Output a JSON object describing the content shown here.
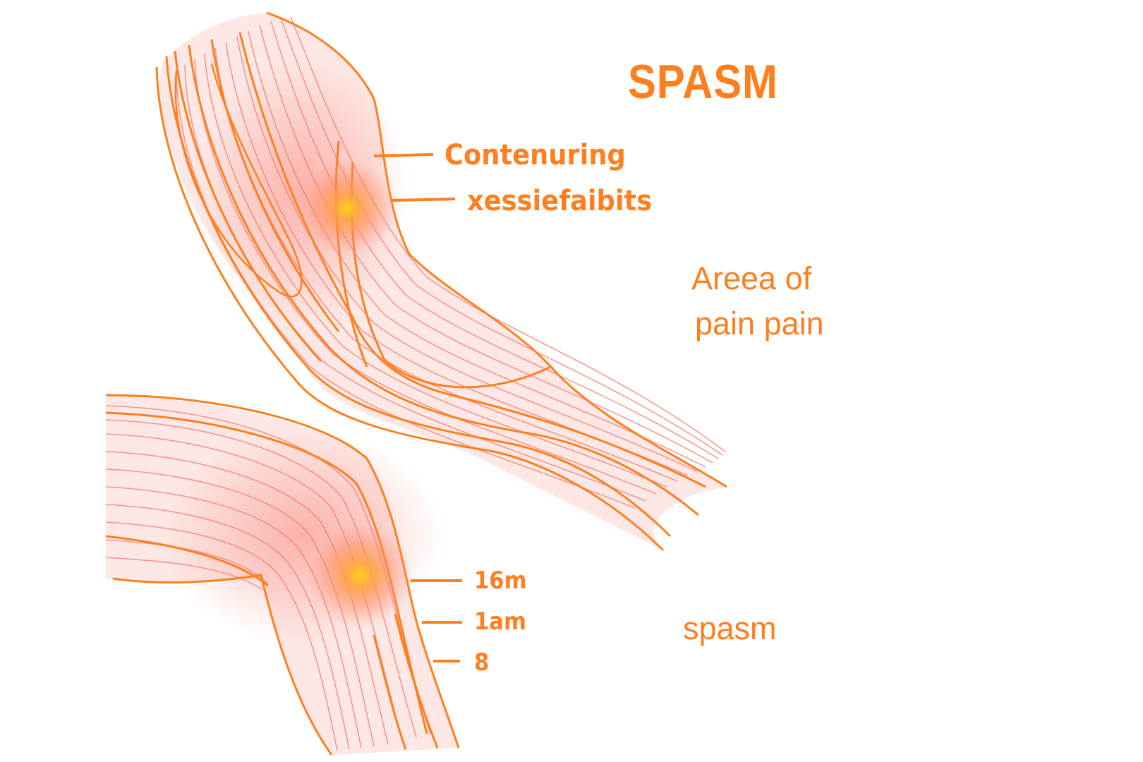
{
  "diagram": {
    "title": "SPASM",
    "upper_muscle": {
      "callouts": [
        {
          "label": "Contenuring"
        },
        {
          "label": "xessiefaibits"
        }
      ],
      "region_label": {
        "line1": "Areea of",
        "line2": "pain pain"
      }
    },
    "lower_muscle": {
      "callouts": [
        {
          "label": "16m"
        },
        {
          "label": "1am"
        },
        {
          "label": "8"
        }
      ],
      "region_label": "spasm"
    },
    "colors": {
      "outline": "#ff7f1e",
      "fiber": "#f47a6e",
      "hotspot": "#ffd21a",
      "background": "#ffffff"
    }
  }
}
